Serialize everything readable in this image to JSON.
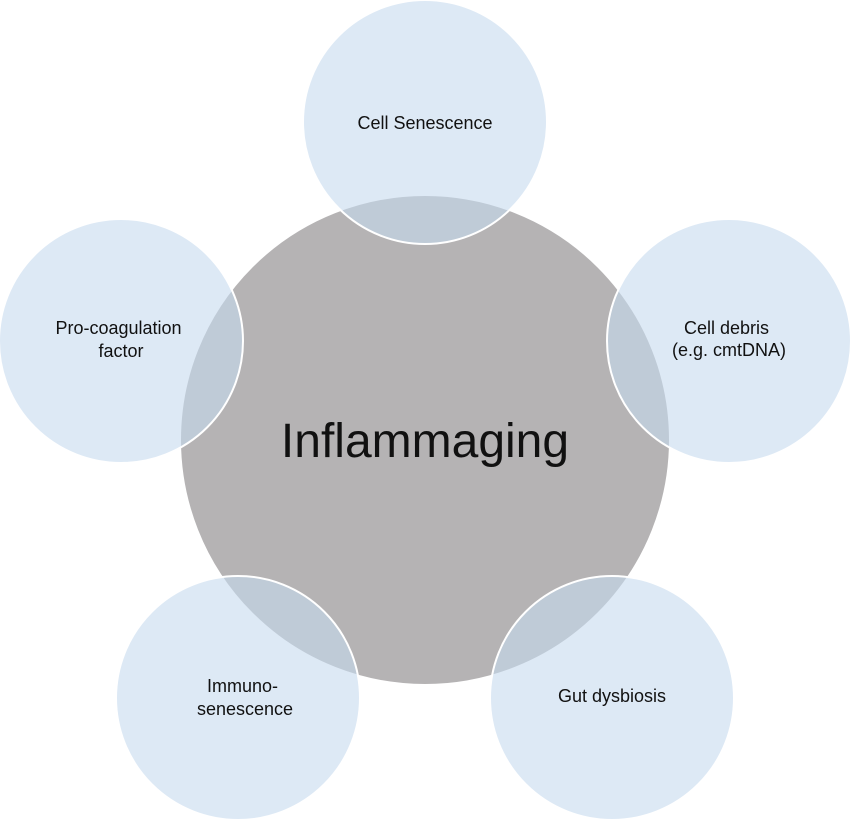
{
  "colors": {
    "center_fill": "#b5b3b4",
    "center_stroke": "#ffffff",
    "satellite_fill": "#c7dbef",
    "satellite_stroke": "#ffffff",
    "text": "#111111"
  },
  "center": {
    "label": "Inflammaging"
  },
  "satellites": [
    {
      "id": "cell-senescence",
      "lines": [
        "Cell Senescence"
      ]
    },
    {
      "id": "cell-debris",
      "lines": [
        "Cell debris",
        "(e.g. cmtDNA)"
      ]
    },
    {
      "id": "gut-dysbiosis",
      "lines": [
        "Gut dysbiosis"
      ]
    },
    {
      "id": "immunosenescence",
      "lines": [
        "Immuno-",
        "senescence"
      ]
    },
    {
      "id": "pro-coagulation-factor",
      "lines": [
        "Pro-coagulation",
        "factor"
      ]
    }
  ]
}
